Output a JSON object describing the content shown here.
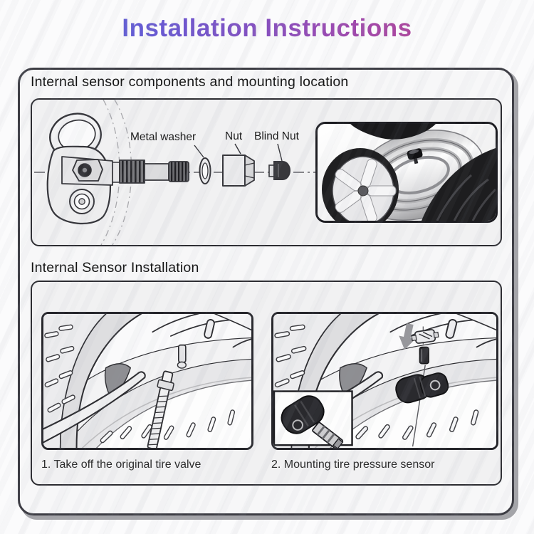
{
  "title": "Installation Instructions",
  "theme": {
    "title_gradient_start": "#4a6ee0",
    "title_gradient_mid": "#9a4bb2",
    "title_gradient_end": "#c9417f",
    "outline_color": "#2c2c31",
    "panel_background": "#f1f1f2",
    "frame_border": "#3d3d44"
  },
  "section_components": {
    "heading": "Internal sensor components and mounting location",
    "part_labels": {
      "washer": "Metal washer",
      "nut": "Nut",
      "blind_nut": "Blind Nut"
    },
    "figures": {
      "left": "sensor-exploded-diagram",
      "right": "tire-cutaway-photo"
    }
  },
  "section_installation": {
    "heading": "Internal Sensor Installation",
    "steps": [
      {
        "caption": "1. Take off the original tire valve",
        "figure": "remove-valve-illustration"
      },
      {
        "caption": "2. Mounting tire pressure sensor",
        "figure": "mount-sensor-illustration"
      }
    ]
  }
}
